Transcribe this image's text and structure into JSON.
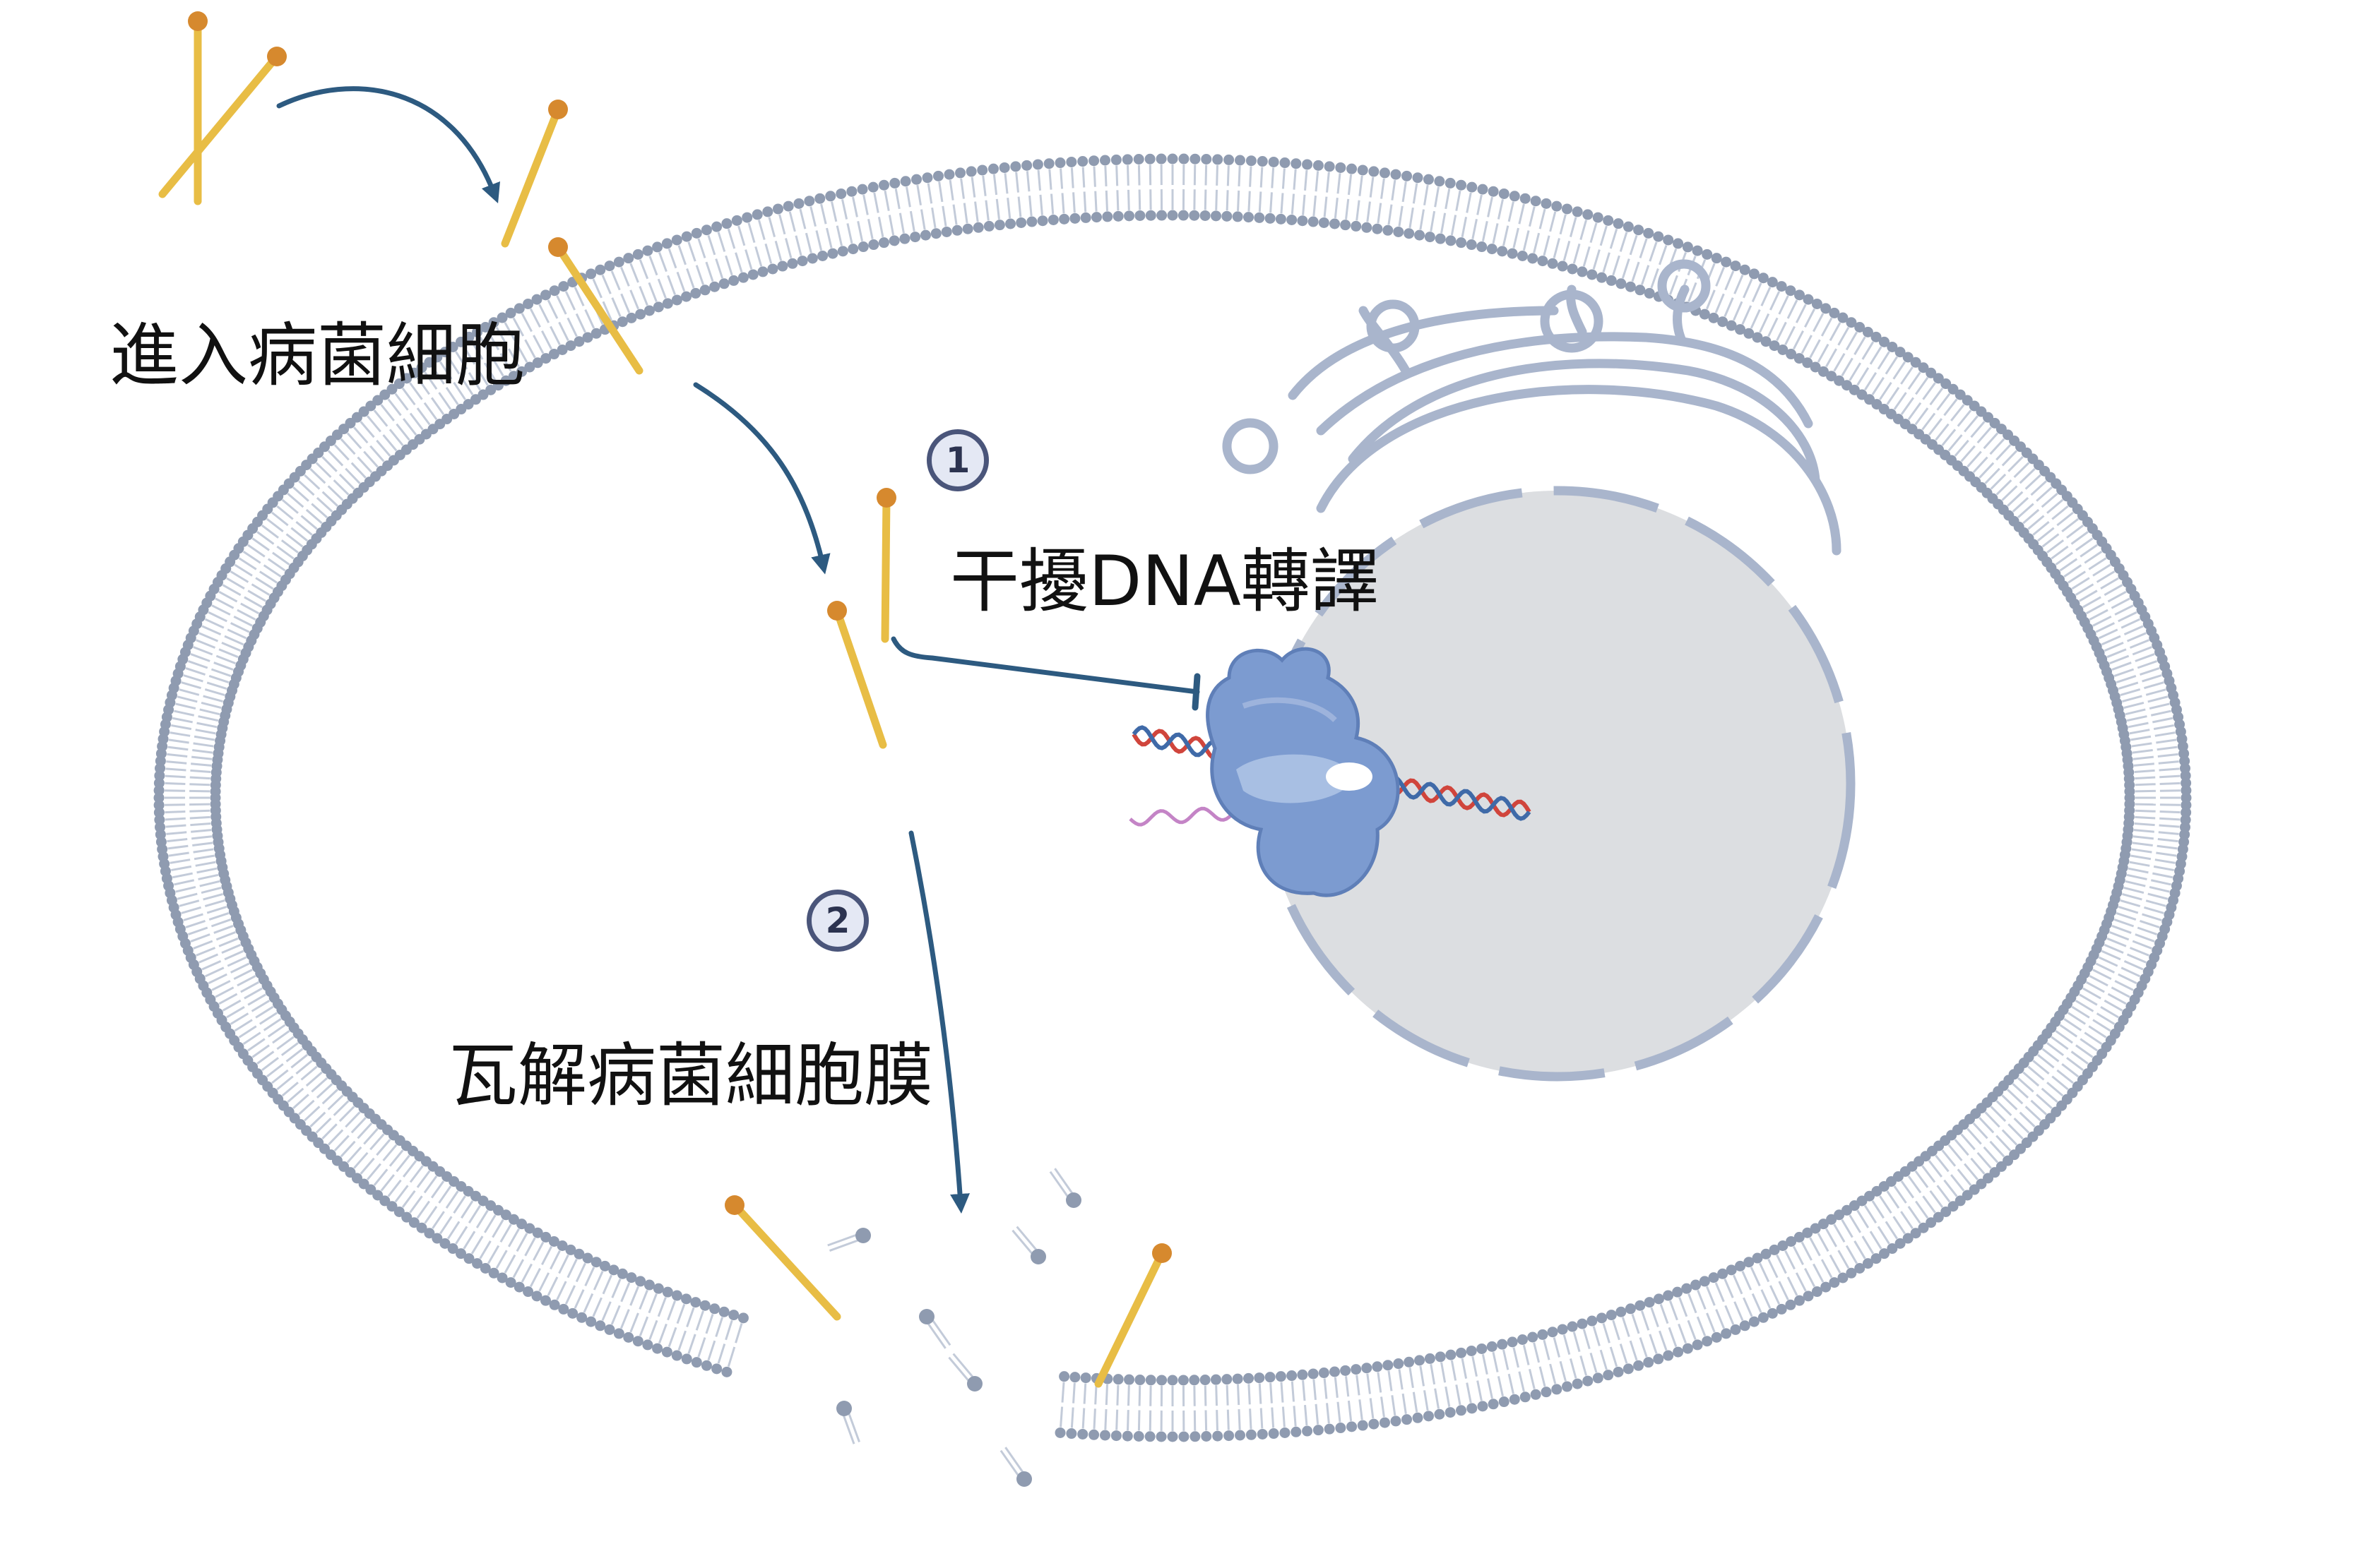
{
  "labels": {
    "enter": "進入病菌細胞",
    "interfere": "干擾DNA轉譯",
    "disrupt": "瓦解病菌細胞膜"
  },
  "steps": [
    {
      "number": "1"
    },
    {
      "number": "2"
    }
  ],
  "colors": {
    "membrane_head": "#8f9bb0",
    "membrane_tail": "#c3cbd9",
    "peptide_rod": "#e8bd45",
    "peptide_head": "#d6892e",
    "arrow": "#2d5a80",
    "nucleus_fill": "#dcdee1",
    "nucleus_outline": "#a9b5cc",
    "er_outline": "#a9b5cc",
    "ribosome": "#7c9bd0",
    "dna_red": "#d0453c",
    "dna_blue": "#3f6aa8",
    "mrna": "#c484c6"
  },
  "icons": [
    "bacterial-membrane",
    "antimicrobial-peptide",
    "nucleus",
    "endoplasmic-reticulum",
    "ribosome",
    "dna-strand",
    "mrna-strand",
    "inhibition-arrow"
  ]
}
